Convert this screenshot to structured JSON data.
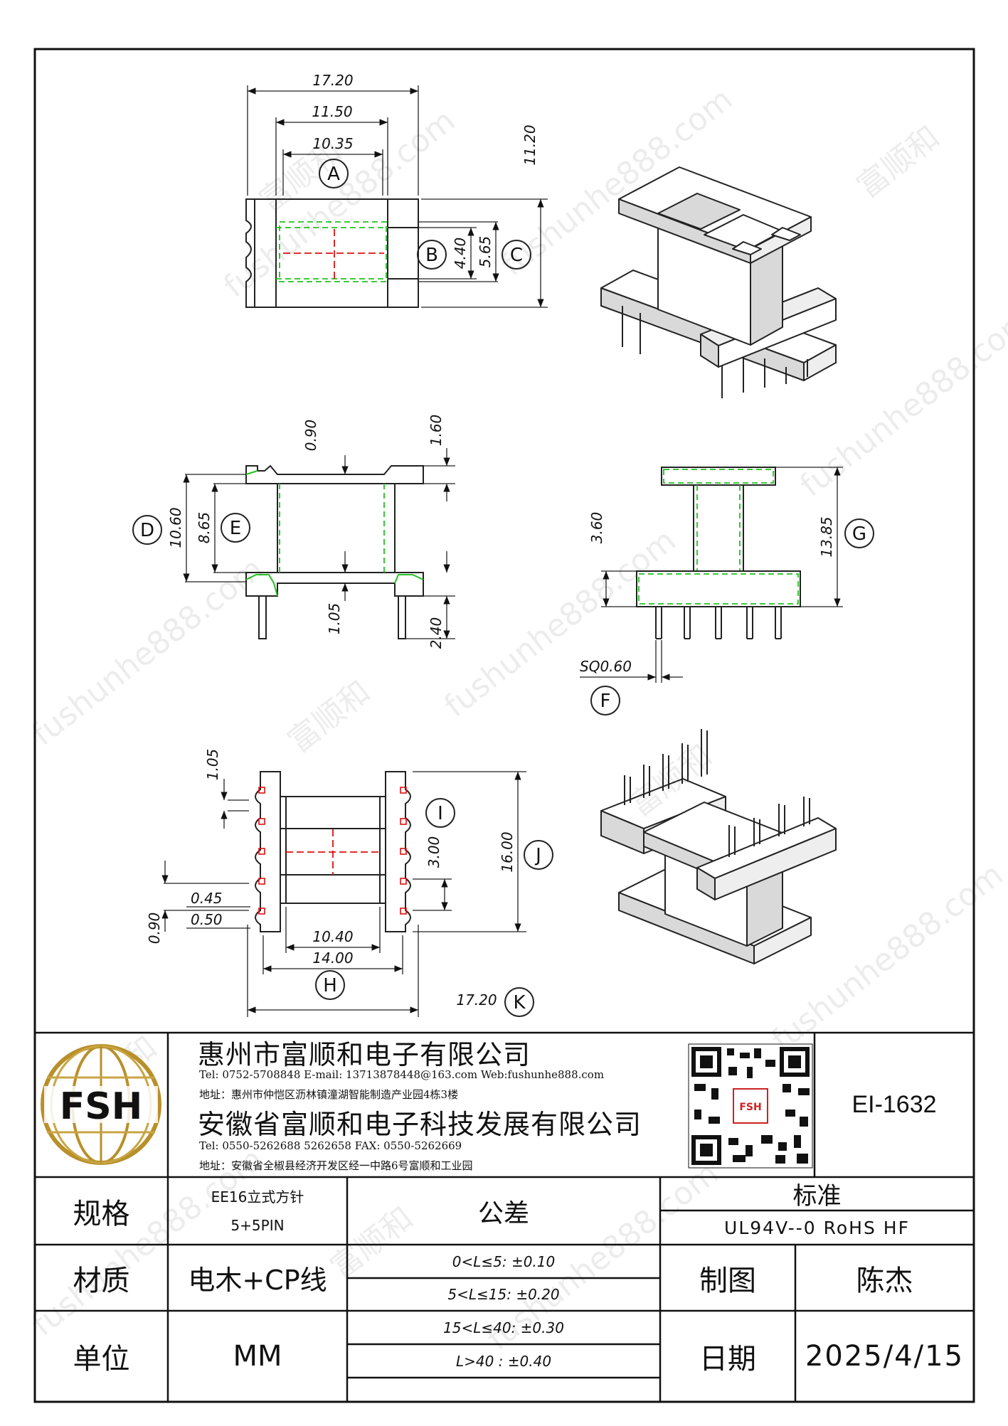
{
  "drawing": {
    "dimensions": {
      "top_width_outer": "17.20",
      "top_width_mid": "11.50",
      "top_width_inner": "10.35",
      "top_height": "11.20",
      "slot_b": "4.40",
      "slot_c": "5.65",
      "side_flange": "0.90",
      "side_top": "1.60",
      "side_d": "10.60",
      "side_e": "8.65",
      "side_base": "1.05",
      "side_pin": "2.40",
      "front_base": "3.60",
      "front_total": "13.85",
      "pin_size": "SQ0.60",
      "bottom_pitch_top": "1.05",
      "bottom_pitch": "3.00",
      "bottom_length": "16.00",
      "bottom_045": "0.45",
      "bottom_050": "0.50",
      "bottom_090": "0.90",
      "bottom_inner": "10.40",
      "bottom_14": "14.00",
      "bottom_total": "17.20"
    },
    "bubbles": [
      "A",
      "B",
      "C",
      "D",
      "E",
      "F",
      "G",
      "H",
      "I",
      "J",
      "K"
    ]
  },
  "watermark": {
    "site": "fushunhe888.com",
    "brand": "富顺和"
  },
  "title_block": {
    "logo_text": "FSH",
    "company1": "惠州市富顺和电子有限公司",
    "company1_contact": "Tel: 0752-5708848  E-mail: 13713878448@163.com  Web:fushunhe888.com",
    "company1_address": "地址：惠州市仲恺区沥林镇潼湖智能制造产业园4栋3楼",
    "company2": "安徽省富顺和电子科技发展有限公司",
    "company2_contact": "Tel:   0550-5262688  5262658      FAX:  0550-5262669",
    "company2_address": "地址：安徽省全椒县经济开发区经一中路6号富顺和工业园",
    "qr_badge": "FSH",
    "part_number": "EI-1632",
    "spec_label": "规格",
    "spec_line1": "EE16立式方针",
    "spec_line2": "5+5PIN",
    "tolerance_label": "公差",
    "standard_label": "标准",
    "standard_value": "UL94V--0  RoHS HF",
    "material_label": "材质",
    "material_value": "电木+CP线",
    "tol1": "0<L≤5: ±0.10",
    "tol2": "5<L≤15: ±0.20",
    "tol3": "15<L≤40: ±0.30",
    "tol4": "L>40 :  ±0.40",
    "drawn_label": "制图",
    "drawn_value": "陈杰",
    "unit_label": "单位",
    "unit_value": "MM",
    "date_label": "日期",
    "date_value": "2025/4/15"
  }
}
